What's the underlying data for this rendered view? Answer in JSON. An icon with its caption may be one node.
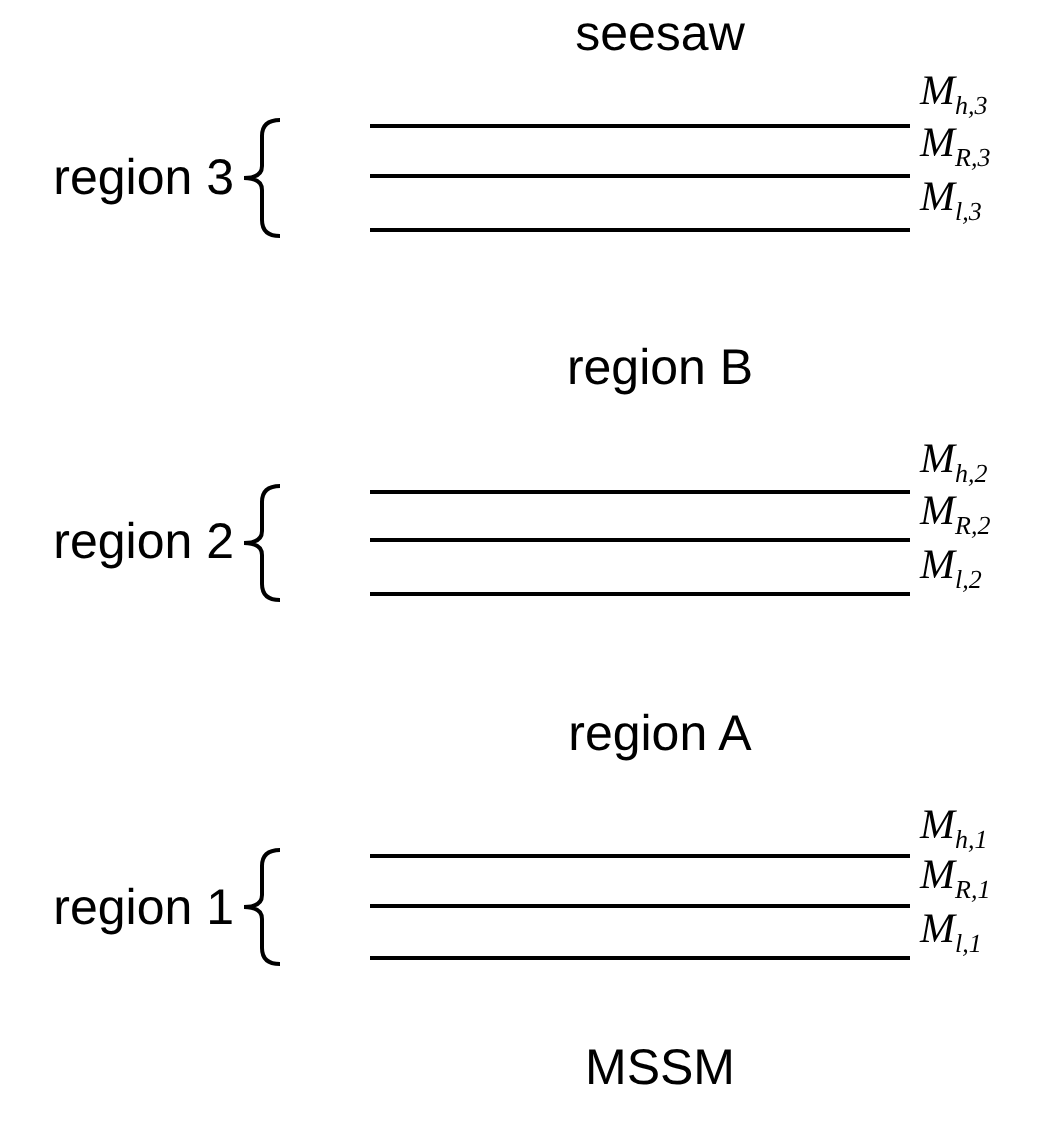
{
  "diagram": {
    "labels": [
      "seesaw",
      "region 3",
      "M$_{h,3}$",
      "M$_{R,3}$",
      "M$_{l,3}$",
      "region B",
      "region 2",
      "M$_{h,2}$",
      "M$_{R,2}$",
      "M$_{l,2}$",
      "region A",
      "region 1",
      "M$_{h,1}$",
      "M$_{R,1}$",
      "M$_{l,1}$",
      "MSSM"
    ]
  }
}
